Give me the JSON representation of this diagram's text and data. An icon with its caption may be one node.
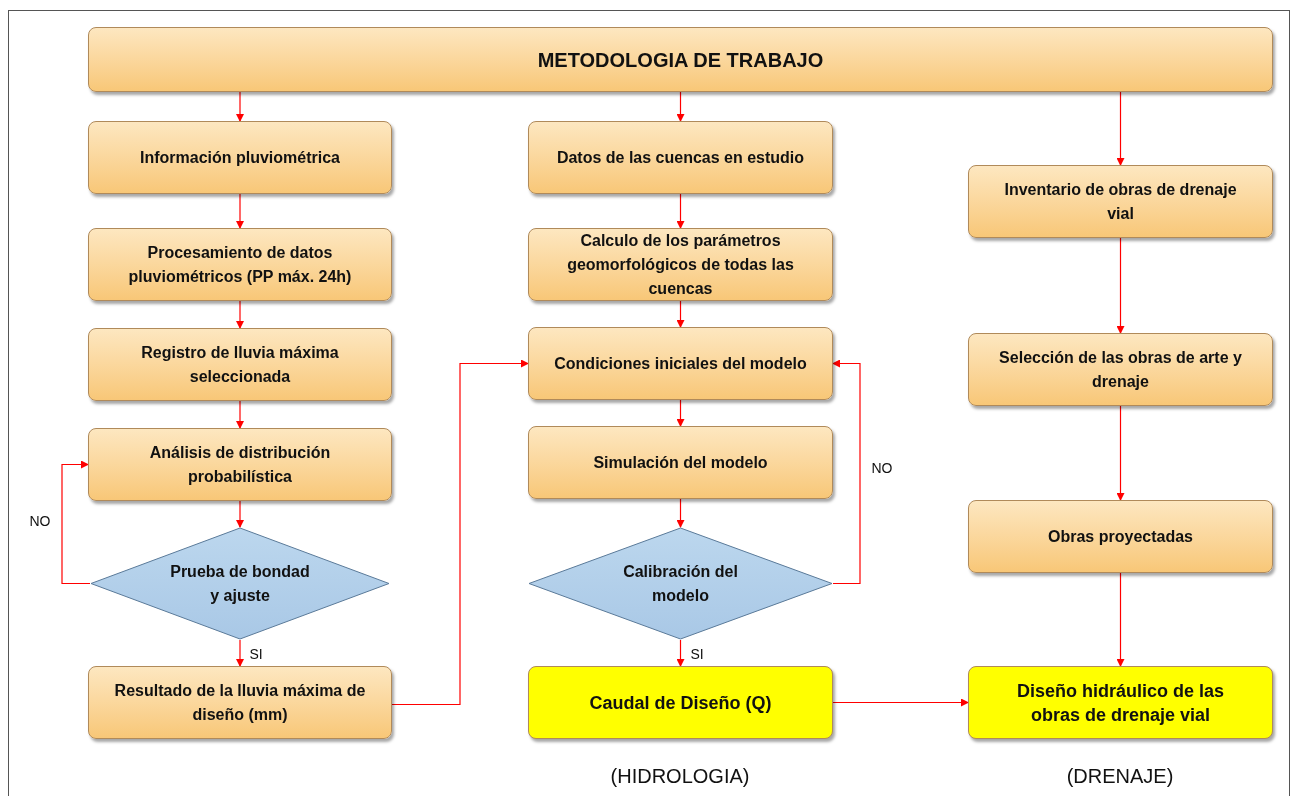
{
  "diagram": {
    "nodes": [
      {
        "text": [
          "METODOLOGIA DE TRABAJO"
        ]
      },
      {
        "text": [
          "Información pluviométrica"
        ]
      },
      {
        "text": [
          "Procesamiento de datos pluviométricos (PP máx. 24h)"
        ]
      },
      {
        "text": [
          "Registro de lluvia máxima seleccionada"
        ]
      },
      {
        "text": [
          "Análisis de distribución probabilística"
        ]
      },
      {
        "text": [
          "Prueba de bondad y ajuste"
        ]
      },
      {
        "text": [
          "Resultado de la lluvia máxima de diseño (mm)"
        ]
      },
      {
        "text": [
          "Datos de las cuencas en estudio"
        ]
      },
      {
        "text": [
          "Calculo de los parámetros geomorfológicos de todas las cuencas"
        ]
      },
      {
        "text": [
          "Condiciones iniciales del modelo"
        ]
      },
      {
        "text": [
          "Simulación del modelo"
        ]
      },
      {
        "text": [
          "Calibración del modelo"
        ]
      },
      {
        "text": [
          "Caudal de Diseño (Q)"
        ]
      },
      {
        "text": [
          "Inventario de obras de drenaje vial"
        ]
      },
      {
        "text": [
          "Selección de las obras de arte y drenaje"
        ]
      },
      {
        "text": [
          "Obras proyectadas"
        ]
      },
      {
        "text": [
          "Diseño hidráulico de las obras de drenaje vial"
        ]
      }
    ],
    "edges": [
      {
        "from": 0,
        "to": 1,
        "arrow": "to"
      },
      {
        "from": 0,
        "to": 7,
        "arrow": "to"
      },
      {
        "from": 0,
        "to": 13,
        "arrow": "to"
      },
      {
        "from": 1,
        "to": 2,
        "arrow": "to"
      },
      {
        "from": 2,
        "to": 3,
        "arrow": "to"
      },
      {
        "from": 3,
        "to": 4,
        "arrow": "to"
      },
      {
        "from": 4,
        "to": 5,
        "arrow": "to"
      },
      {
        "from": 5,
        "to": 6,
        "arrow": "to",
        "label": "SI"
      },
      {
        "from": 5,
        "to": 4,
        "arrow": "to",
        "label": "NO"
      },
      {
        "from": 6,
        "to": 9,
        "arrow": "to"
      },
      {
        "from": 7,
        "to": 8,
        "arrow": "to"
      },
      {
        "from": 8,
        "to": 9,
        "arrow": "to"
      },
      {
        "from": 9,
        "to": 10,
        "arrow": "to"
      },
      {
        "from": 10,
        "to": 11,
        "arrow": "to"
      },
      {
        "from": 11,
        "to": 12,
        "arrow": "to",
        "label": "SI"
      },
      {
        "from": 11,
        "to": 9,
        "arrow": "to",
        "label": "NO"
      },
      {
        "from": 12,
        "to": 16,
        "arrow": "to"
      },
      {
        "from": 13,
        "to": 14,
        "arrow": "to"
      },
      {
        "from": 14,
        "to": 15,
        "arrow": "to"
      },
      {
        "from": 15,
        "to": 16,
        "arrow": "to"
      }
    ],
    "labels": [
      "(HIDROLOGIA)",
      "(DRENAJE)"
    ]
  }
}
